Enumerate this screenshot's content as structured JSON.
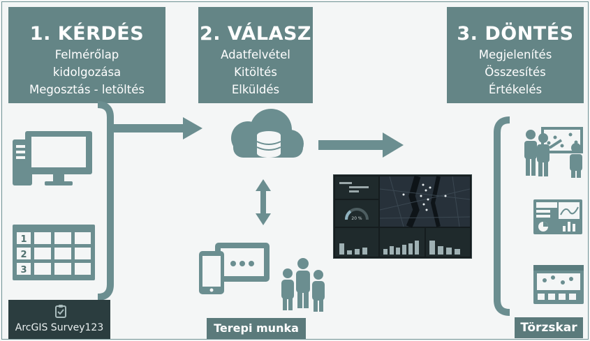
{
  "col1": {
    "title": "1. KÉRDÉS",
    "lines": [
      "Felmérőlap",
      "kidolgozása",
      "Megosztás - letöltés"
    ]
  },
  "col2": {
    "title": "2. VÁLASZ",
    "lines": [
      "Adatfelvétel",
      "Kitöltés",
      "Elküldés"
    ]
  },
  "col3": {
    "title": "3. DÖNTÉS",
    "lines": [
      "Megjelenítés",
      "Összesítés",
      "Értékelés"
    ]
  },
  "labels": {
    "field_work": "Terepi munka",
    "headquarters": "Törzskar",
    "survey_app": "ArcGIS Survey123"
  },
  "grid_numbers": [
    "1",
    "2",
    "3"
  ],
  "gauge_value": "20 %",
  "colors": {
    "header": "#648586",
    "icon": "#6b8e90",
    "label": "#5b7a7b",
    "survey_band": "#2b3d3f"
  }
}
